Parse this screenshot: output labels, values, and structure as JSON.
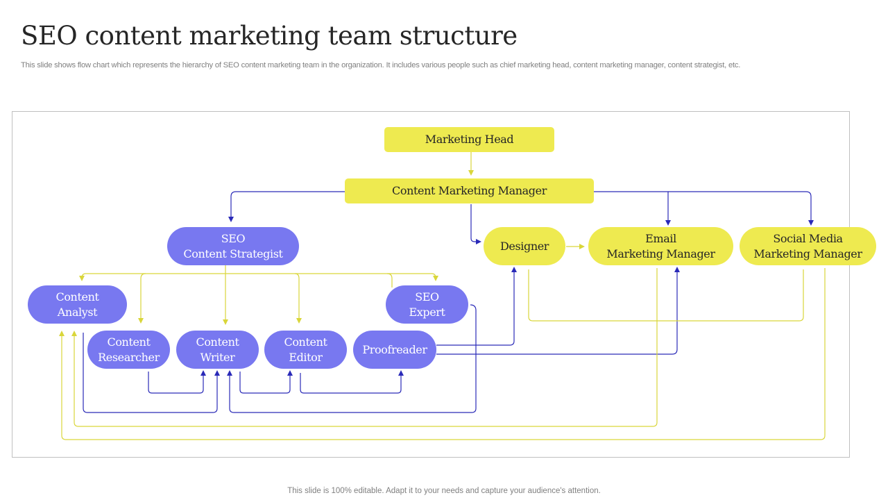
{
  "slide": {
    "title": "SEO content marketing team structure",
    "subtitle": "This slide shows flow chart which represents the hierarchy of SEO  content marketing team in the organization. It includes various people such as chief marketing head, content marketing manager, content strategist, etc.",
    "footer": "This slide is 100% editable. Adapt it to your needs and capture your audience's attention."
  },
  "colors": {
    "yellow_node": "#eeea50",
    "blue_node": "#7878f0",
    "yellow_line": "#d9d63a",
    "blue_line": "#2a2ab8"
  },
  "nodes": {
    "marketing_head": "Marketing Head",
    "content_marketing_manager": "Content Marketing Manager",
    "seo_content_strategist": {
      "line1": "SEO",
      "line2": "Content Strategist"
    },
    "designer": "Designer",
    "email_marketing_manager": {
      "line1": "Email",
      "line2": "Marketing Manager"
    },
    "social_media_marketing_manager": {
      "line1": "Social Media",
      "line2": "Marketing Manager"
    },
    "content_analyst": {
      "line1": "Content",
      "line2": "Analyst"
    },
    "seo_expert": {
      "line1": "SEO",
      "line2": "Expert"
    },
    "content_researcher": {
      "line1": "Content",
      "line2": "Researcher"
    },
    "content_writer": {
      "line1": "Content",
      "line2": "Writer"
    },
    "content_editor": {
      "line1": "Content",
      "line2": "Editor"
    },
    "proofreader": "Proofreader"
  }
}
